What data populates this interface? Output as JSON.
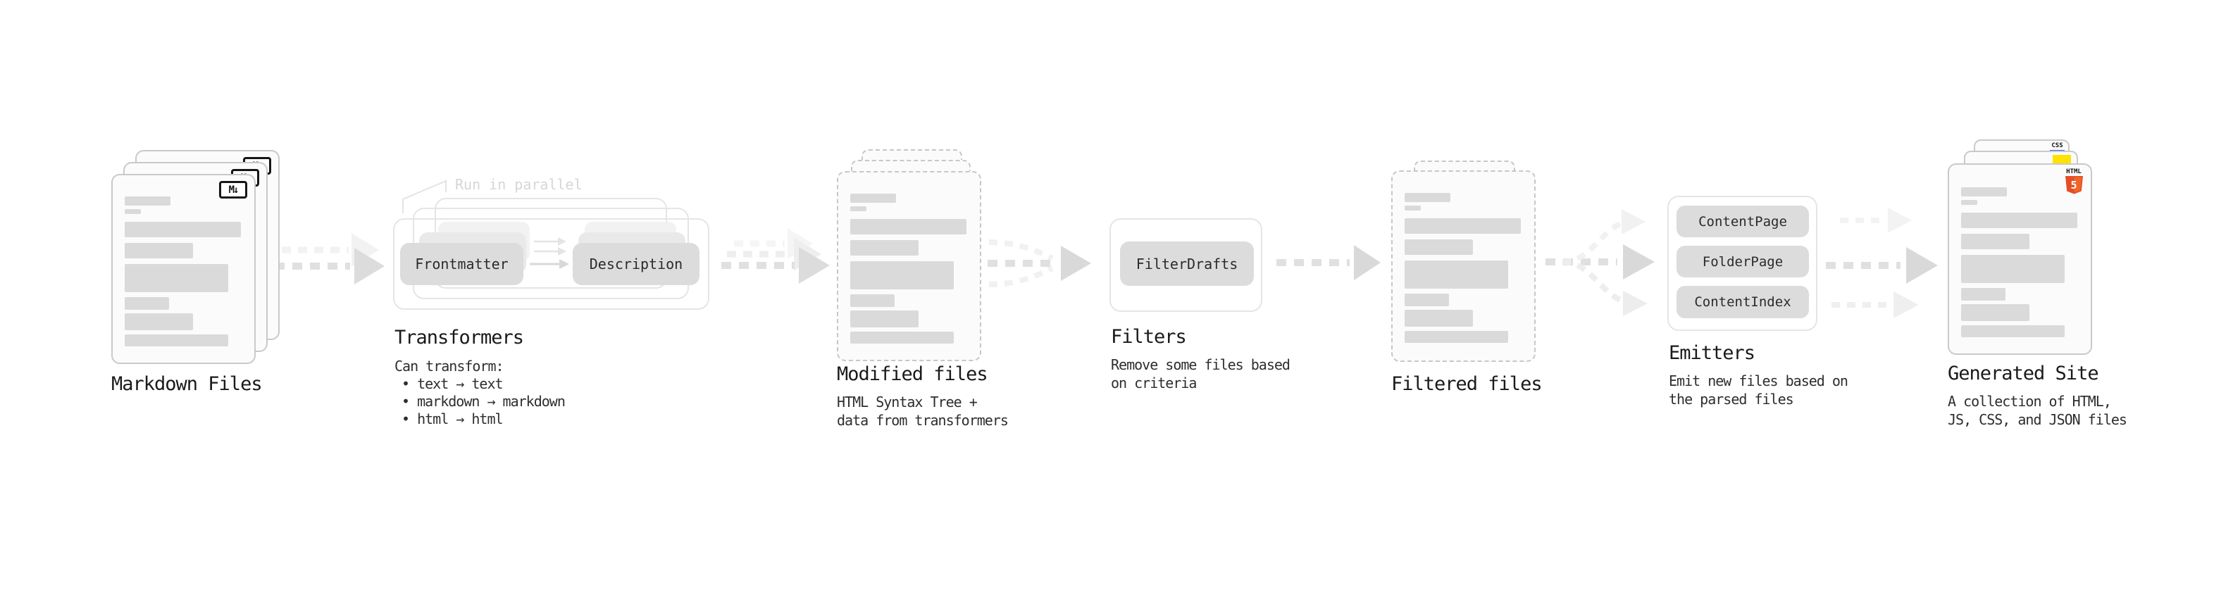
{
  "annotation": "Run in parallel",
  "stages": {
    "markdown": {
      "title": "Markdown Files",
      "badge": "M↓"
    },
    "transformers": {
      "title": "Transformers",
      "note": "Can transform:",
      "bullets": [
        "• text → text",
        "• markdown → markdown",
        "• html → html"
      ],
      "buttons": [
        "Frontmatter",
        "Description"
      ]
    },
    "modified": {
      "title": "Modified files",
      "desc": [
        "HTML Syntax Tree +",
        "data from transformers"
      ]
    },
    "filters": {
      "title": "Filters",
      "desc": [
        "Remove some files based",
        "on criteria"
      ],
      "buttons": [
        "FilterDrafts"
      ]
    },
    "filtered": {
      "title": "Filtered files"
    },
    "emitters": {
      "title": "Emitters",
      "desc": [
        "Emit new files based on",
        "the parsed files"
      ],
      "buttons": [
        "ContentPage",
        "FolderPage",
        "ContentIndex"
      ]
    },
    "generated": {
      "title": "Generated Site",
      "desc": [
        "A collection of HTML,",
        "JS, CSS, and JSON files"
      ],
      "badges": {
        "css": "CSS",
        "html_label": "HTML",
        "html_number": "5"
      }
    }
  },
  "colors": {
    "html5_orange": "#e44d26",
    "css_blue": "#2b6bf3",
    "js_yellow": "#ffe200",
    "arrow_dark": "#dcdcdc",
    "arrow_light": "#f1f1f1",
    "chip_gray": "#dcdcdc",
    "text_dark": "#1a1a1a"
  }
}
